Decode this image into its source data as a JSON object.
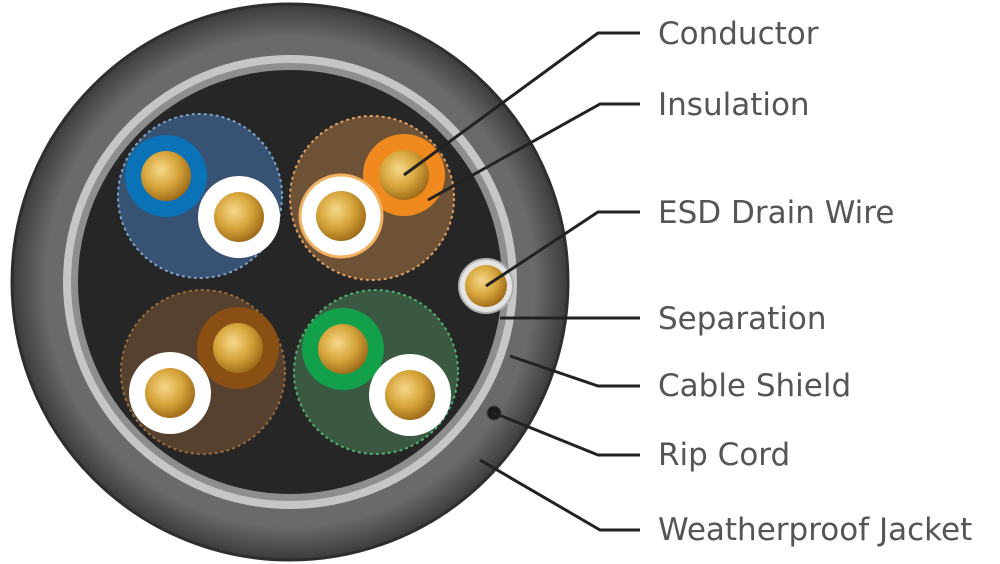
{
  "labels": {
    "conductor": "Conductor",
    "insulation": "Insulation",
    "esd_drain_wire": "ESD Drain Wire",
    "separation": "Separation",
    "cable_shield": "Cable Shield",
    "rip_cord": "Rip Cord",
    "weatherproof_jacket": "Weatherproof Jacket"
  },
  "colors": {
    "jacket": "#5a5a5a",
    "shield": "#b5b5b5",
    "core": "#242424",
    "pair_blue": "#0a72b6",
    "pair_orange": "#f08a1e",
    "pair_brown": "#8a4f12",
    "pair_green": "#12a04a",
    "conductor": "#c8952f",
    "label_text": "#555555",
    "leader_line": "#222222"
  }
}
